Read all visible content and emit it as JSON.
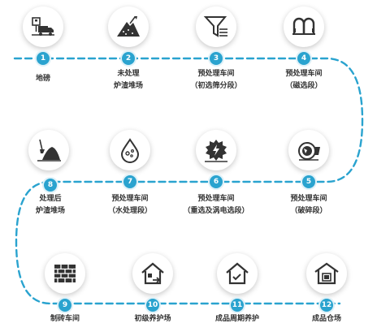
{
  "colors": {
    "accent": "#2aa3cf",
    "icon": "#333333"
  },
  "steps": [
    {
      "number": "1",
      "lines": [
        "地磅"
      ],
      "icon": "truck-scale-icon"
    },
    {
      "number": "2",
      "lines": [
        "未处理",
        "炉渣堆场"
      ],
      "icon": "slag-pile-icon"
    },
    {
      "number": "3",
      "lines": [
        "预处理车间",
        "（初选筛分段）"
      ],
      "icon": "funnel-filter-icon"
    },
    {
      "number": "4",
      "lines": [
        "预处理车间",
        "（磁选段）"
      ],
      "icon": "magnet-icon"
    },
    {
      "number": "5",
      "lines": [
        "预处理车间",
        "（破碎段）"
      ],
      "icon": "crusher-icon"
    },
    {
      "number": "6",
      "lines": [
        "预处理车间",
        "（重选及涡电选段）"
      ],
      "icon": "eddy-current-icon"
    },
    {
      "number": "7",
      "lines": [
        "预处理车间",
        "（水处理段）"
      ],
      "icon": "water-drop-icon"
    },
    {
      "number": "8",
      "lines": [
        "处理后",
        "炉渣堆场"
      ],
      "icon": "shovel-pile-icon"
    },
    {
      "number": "9",
      "lines": [
        "制砖车间"
      ],
      "icon": "brick-wall-icon"
    },
    {
      "number": "10",
      "lines": [
        "初级养护场"
      ],
      "icon": "house-arrow-icon"
    },
    {
      "number": "11",
      "lines": [
        "成品周期养护"
      ],
      "icon": "house-check-icon"
    },
    {
      "number": "12",
      "lines": [
        "成品仓场"
      ],
      "icon": "warehouse-icon"
    }
  ]
}
